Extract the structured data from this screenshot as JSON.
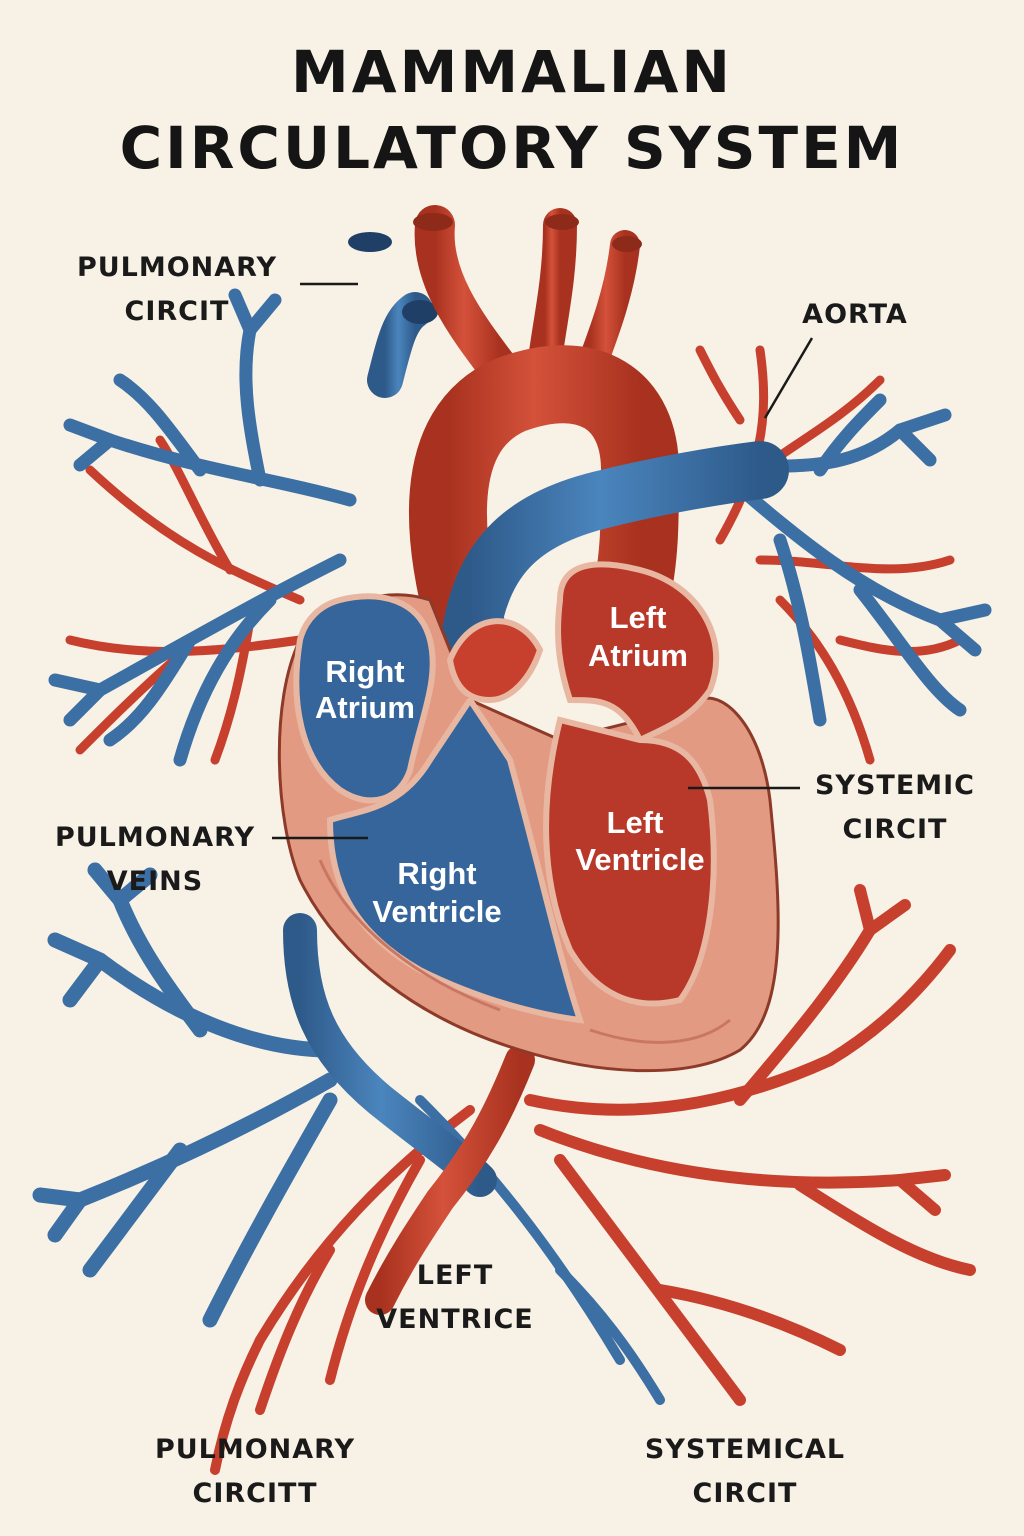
{
  "title": {
    "line1": "MAMMALIAN",
    "line2": "CIRCULATORY SYSTEM"
  },
  "labels": {
    "pulmonary_circit": [
      "PULMONARY",
      "CIRCIT"
    ],
    "aorta": "AORTA",
    "pulmonary_veins": [
      "PULMONARY",
      "VEINS"
    ],
    "systemic_circit": [
      "SYSTEMIC",
      "CIRCIT"
    ],
    "left_ventrice": [
      "LEFT",
      "VENTRICE"
    ],
    "pulmonary_circitt": [
      "PULMONARY",
      "CIRCITT"
    ],
    "systemical_circit": [
      "SYSTEMICAL",
      "CIRCIT"
    ]
  },
  "chambers": {
    "right_atrium": [
      "Right",
      "Atrium"
    ],
    "left_atrium": [
      "Left",
      "Atrium"
    ],
    "right_ventricle": [
      "Right",
      "Ventricle"
    ],
    "left_ventricle": [
      "Left",
      "Ventricle"
    ]
  },
  "colors": {
    "background": "#f8f1e6",
    "deoxygenated_blue": "#3c6fa3",
    "oxygenated_red": "#c7402e",
    "myocardium": "#e39a83",
    "text": "#151515"
  }
}
